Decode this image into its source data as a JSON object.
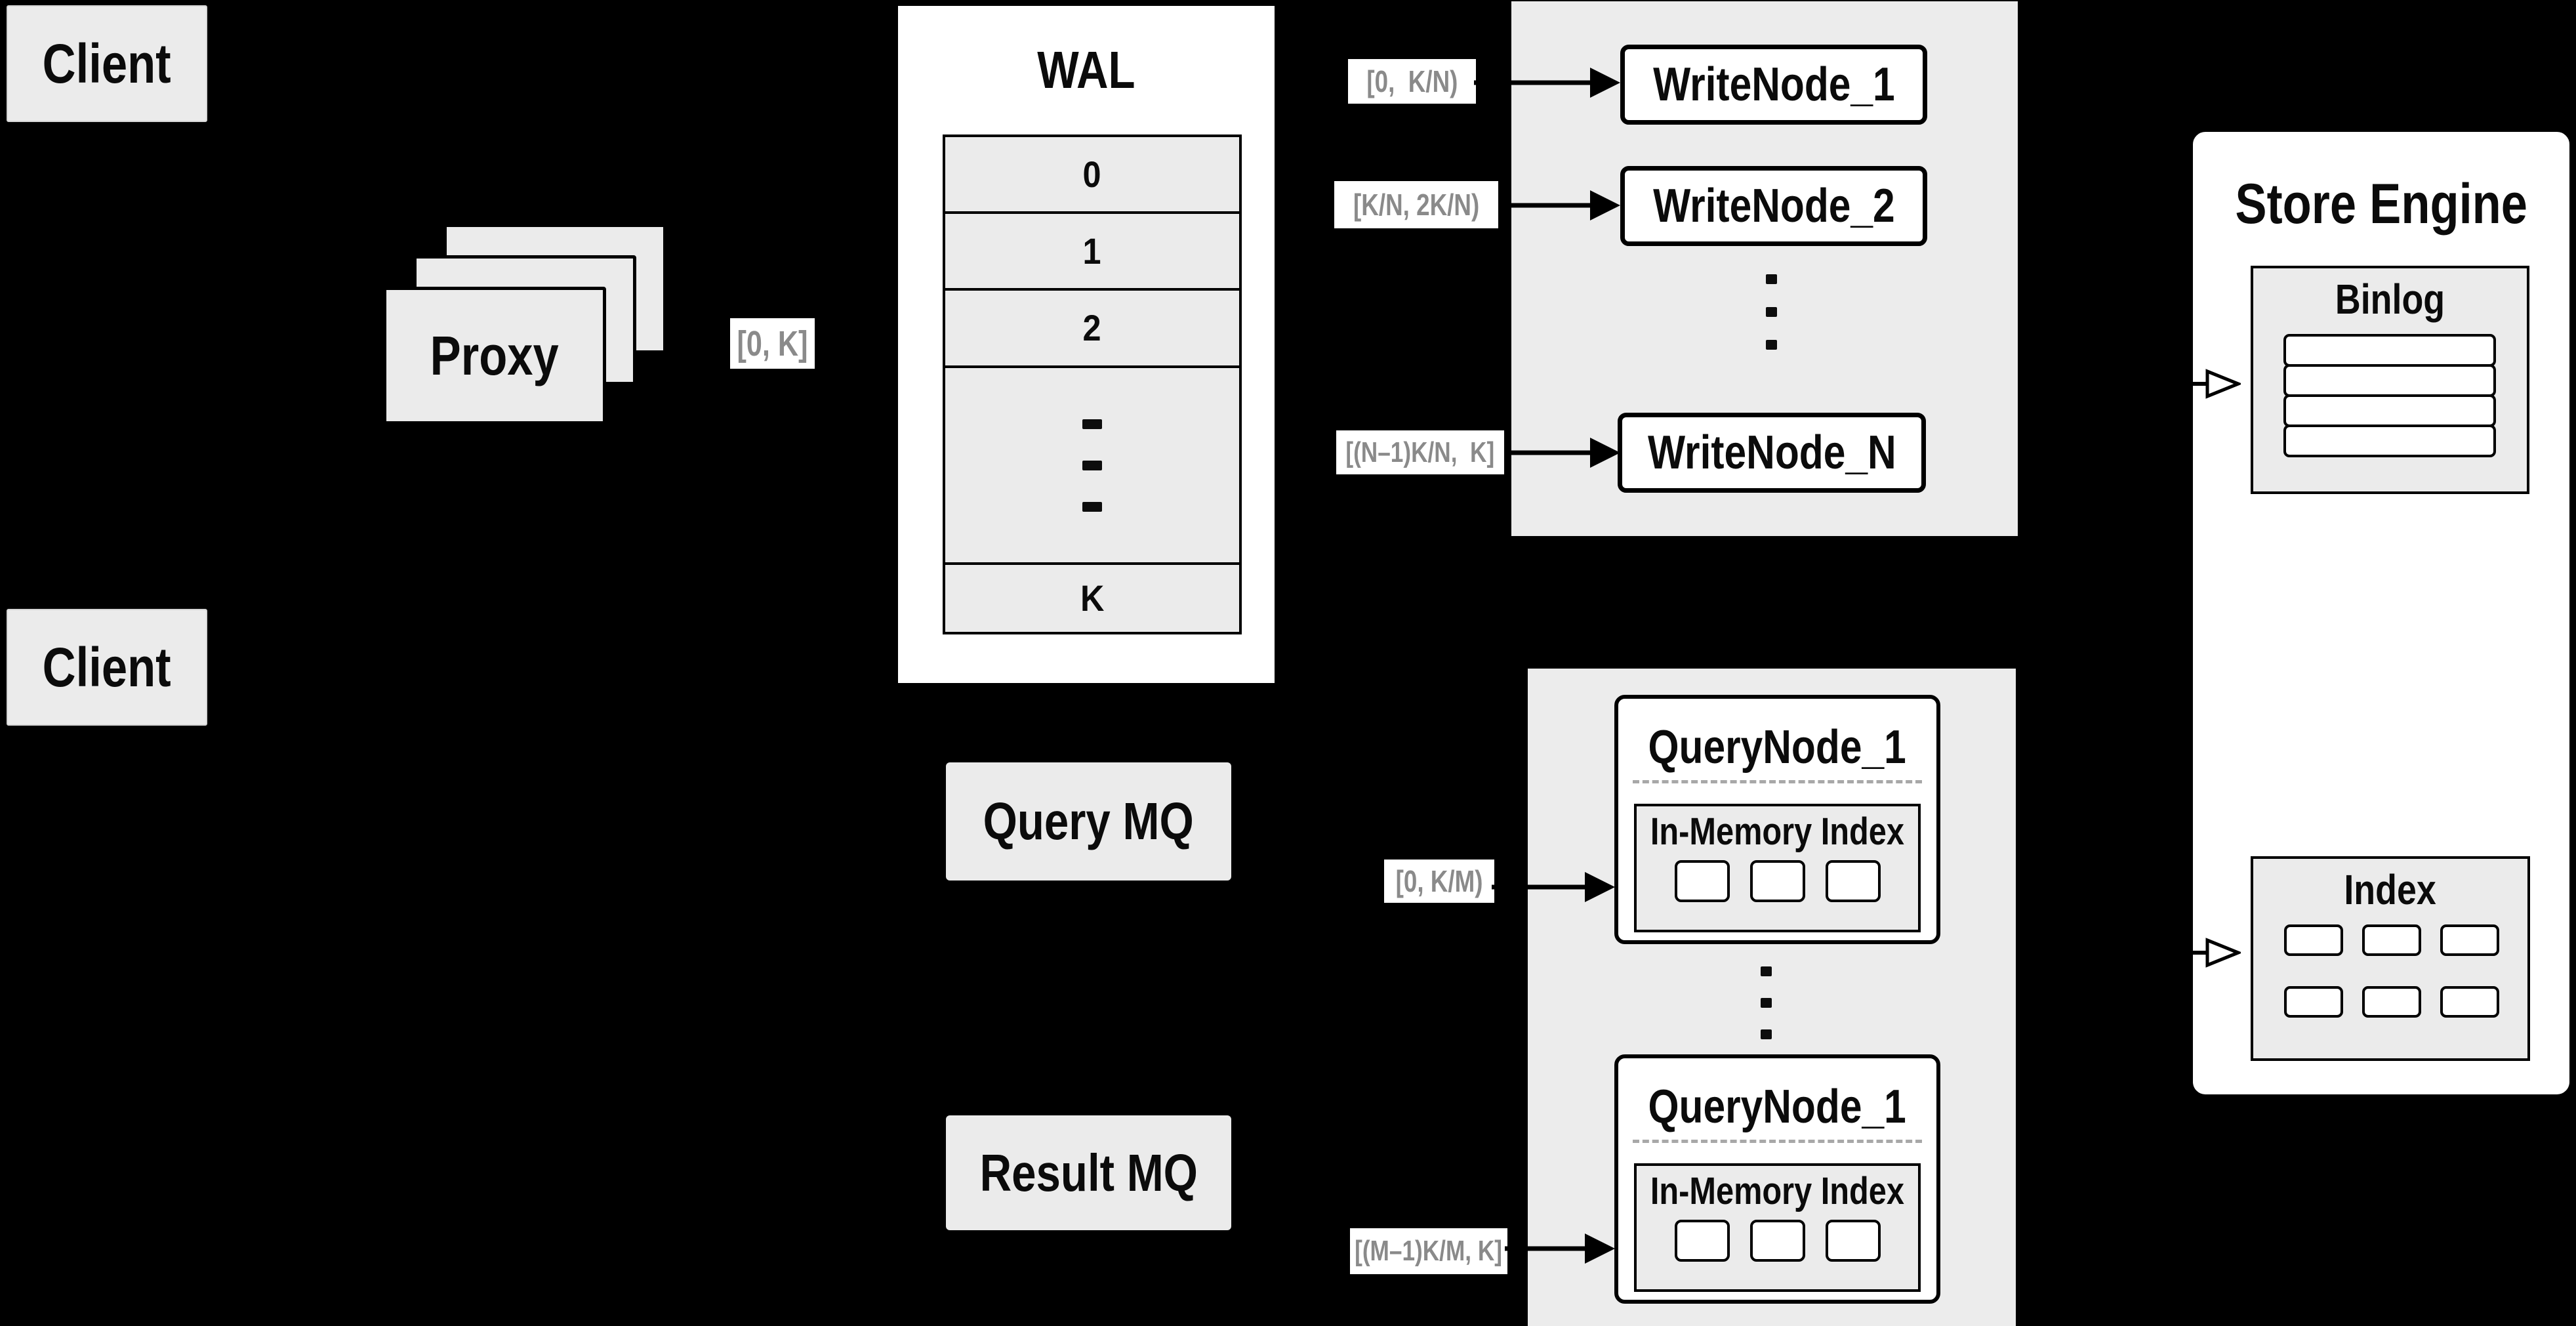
{
  "colors": {
    "background": "#000000",
    "panel_gray": "#ebebeb",
    "container_gray": "#ececec",
    "box_white": "#ffffff",
    "line_black": "#000000",
    "label_gray": "#8a8a8a",
    "dash_gray": "#a8a8a8"
  },
  "nodes": {
    "client_top": "Client",
    "client_bottom": "Client",
    "proxy": "Proxy"
  },
  "wal": {
    "title": "WAL",
    "segments": [
      "0",
      "1",
      "2"
    ],
    "segment_last": "K"
  },
  "write_nodes": {
    "n1": "WriteNode_1",
    "n2": "WriteNode_2",
    "nn": "WriteNode_N"
  },
  "mq": {
    "query": "Query MQ",
    "result": "Result MQ"
  },
  "query_nodes": {
    "top": {
      "title": "QueryNode_1",
      "index_title": "In-Memory Index"
    },
    "bottom": {
      "title": "QueryNode_1",
      "index_title": "In-Memory Index"
    }
  },
  "store_engine": {
    "title": "Store Engine",
    "binlog_title": "Binlog",
    "index_title": "Index"
  },
  "labels": {
    "proxy_range": "[0, K]",
    "write_1": "[0,  K/N)",
    "write_2": "[K/N, 2K/N)",
    "write_n": "[(N–1)K/N,  K]",
    "query_1": "[0, K/M)",
    "query_m": "[(M–1)K/M, K]"
  }
}
